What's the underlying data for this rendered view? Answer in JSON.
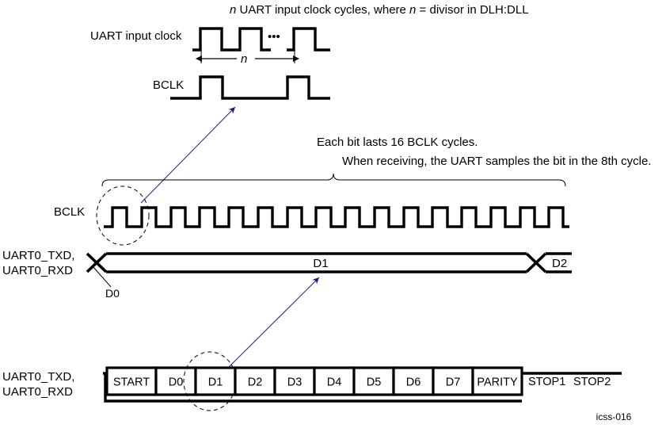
{
  "figure": {
    "id_label": "icss-016",
    "top_caption_parts": {
      "n1": "n",
      "mid": " UART input clock cycles, where ",
      "n2": "n",
      "tail": " = divisor in DLH:DLL"
    },
    "note_line_1": "Each bit lasts 16 BCLK cycles.",
    "note_line_2": "When receiving, the UART samples the bit in the 8th cycle."
  },
  "row_top_clock": {
    "signal_label": "UART input clock",
    "dimension_label": "n",
    "ellipsis": "•••",
    "pulse_count_visible": 3
  },
  "row_bclk_small": {
    "signal_label": "BCLK",
    "pulse_count_visible": 2
  },
  "row_bclk_wide": {
    "signal_label": "BCLK",
    "cycle_count": 16
  },
  "row_data_bus": {
    "signal_label_line1": "UART0_TXD,",
    "signal_label_line2": "UART0_RXD",
    "left_transition_label": "D0",
    "center_value": "D1",
    "right_value": "D2"
  },
  "row_frame": {
    "signal_label_line1": "UART0_TXD,",
    "signal_label_line2": "UART0_RXD",
    "cells": [
      {
        "label": "START",
        "width": 62
      },
      {
        "label": "D0",
        "width": 50
      },
      {
        "label": "D1",
        "width": 50
      },
      {
        "label": "D2",
        "width": 50
      },
      {
        "label": "D3",
        "width": 50
      },
      {
        "label": "D4",
        "width": 50
      },
      {
        "label": "D5",
        "width": 50
      },
      {
        "label": "D6",
        "width": 50
      },
      {
        "label": "D7",
        "width": 50
      },
      {
        "label": "PARITY",
        "width": 62
      }
    ],
    "stop_labels": [
      "STOP1",
      "STOP2"
    ],
    "highlight_cell": "D1"
  },
  "colors": {
    "line": "#000000",
    "background": "#ffffff",
    "annotation_arrow": "#1a1a8c"
  }
}
